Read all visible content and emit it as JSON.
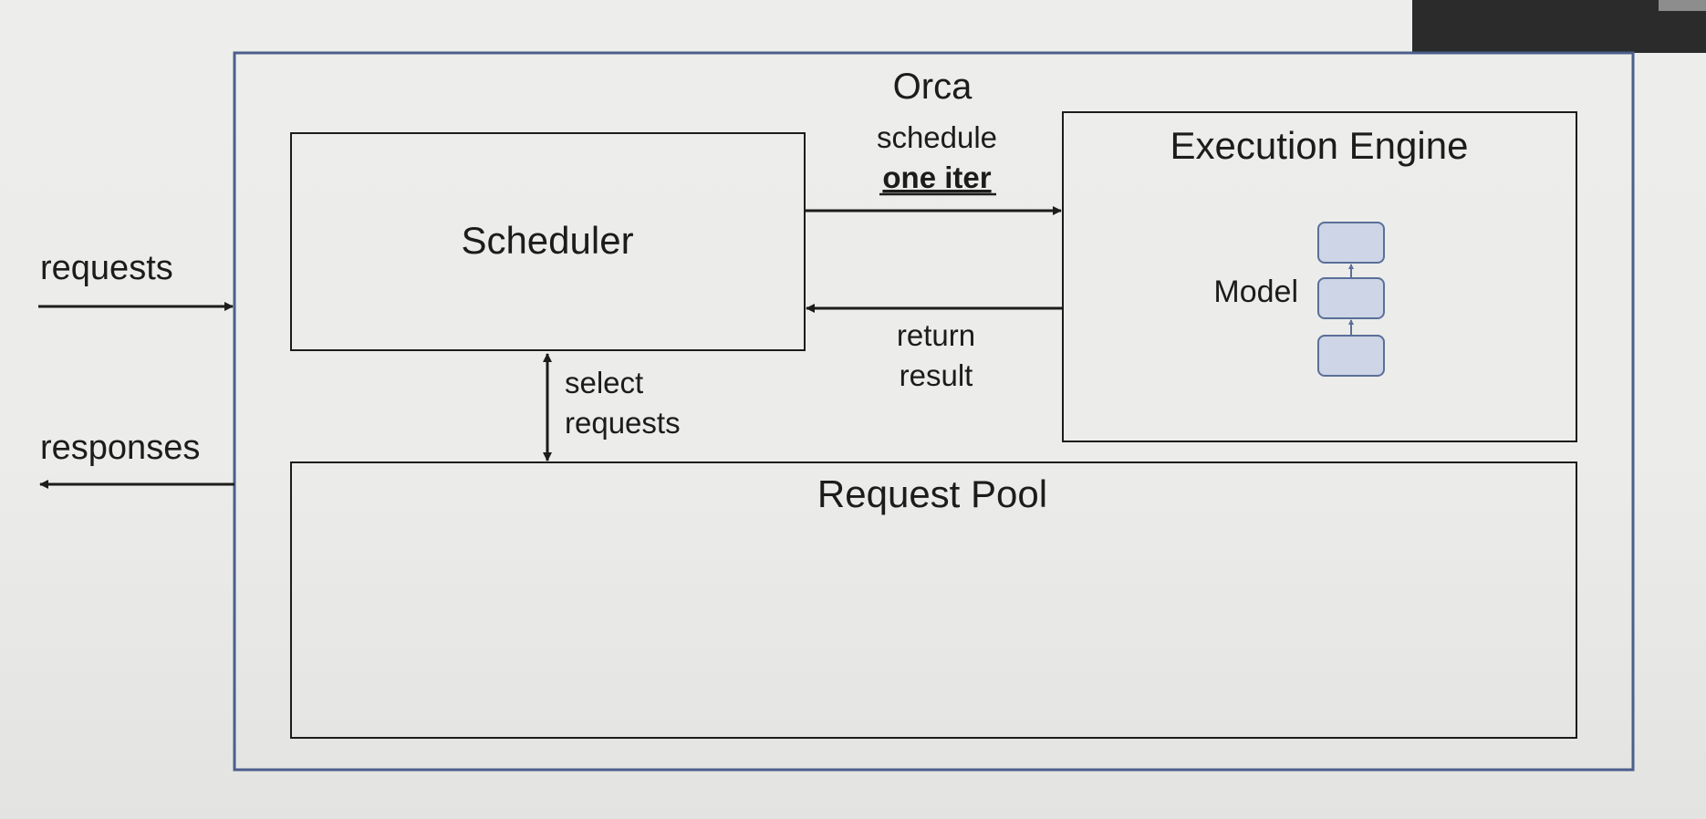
{
  "colors": {
    "background": "#ececea",
    "outer_border": "#4a5f8c",
    "box_border": "#1c1c1c",
    "layer_fill": "#cdd5e6",
    "layer_border": "#5a6f99",
    "camera_overlay": "#2b2b2b"
  },
  "labels": {
    "orca": "Orca",
    "scheduler": "Scheduler",
    "execution_engine": "Execution Engine",
    "model": "Model",
    "request_pool": "Request Pool",
    "requests_in": "requests",
    "responses_out": "responses",
    "schedule_line1": "schedule",
    "schedule_line2": "one iter",
    "return_line1": "return",
    "return_line2": "result",
    "select_line1": "select",
    "select_line2": "requests"
  }
}
